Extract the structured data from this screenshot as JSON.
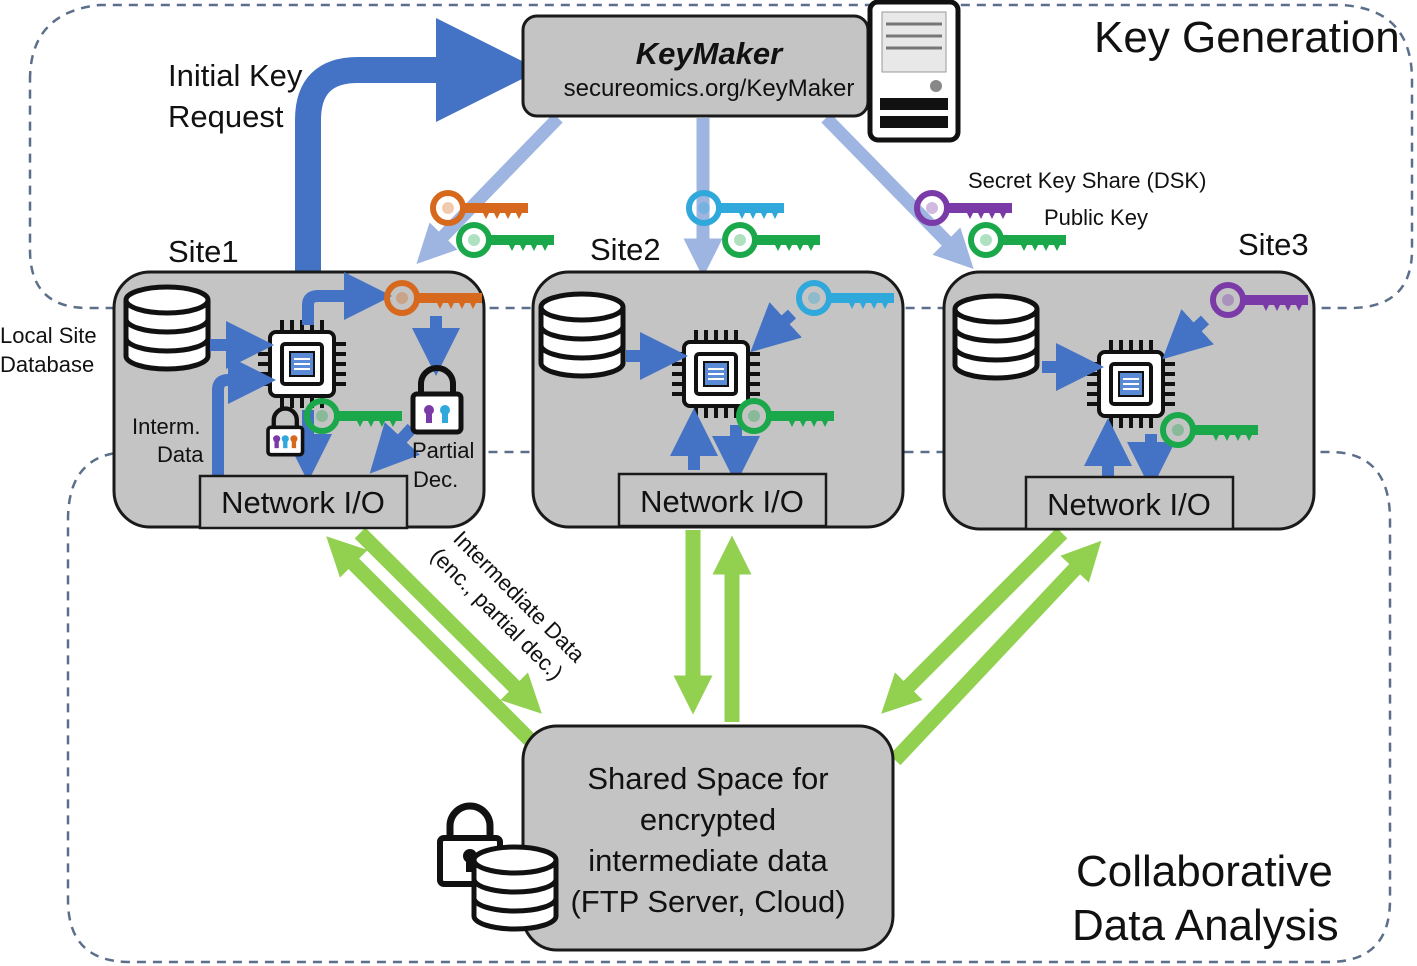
{
  "regions": {
    "key_generation": "Key Generation",
    "collaborative_line1": "Collaborative",
    "collaborative_line2": "Data Analysis"
  },
  "keymaker": {
    "title": "KeyMaker",
    "url": "secureomics.org/KeyMaker"
  },
  "labels": {
    "initial_key_line1": "Initial Key",
    "initial_key_line2": "Request",
    "secret_key_share": "Secret Key Share (DSK)",
    "public_key": "Public Key",
    "local_site_line1": "Local Site",
    "local_site_line2": "Database",
    "interm_line1": "Interm.",
    "interm_line2": "Data",
    "partial_line1": "Partial",
    "partial_line2": "Dec.",
    "intermediate_line1": "Intermediate Data",
    "intermediate_line2": "(enc., partial dec.)"
  },
  "sites": [
    {
      "name": "Site1",
      "network": "Network I/O"
    },
    {
      "name": "Site2",
      "network": "Network I/O"
    },
    {
      "name": "Site3",
      "network": "Network I/O"
    }
  ],
  "shared": {
    "line1": "Shared Space for",
    "line2": "encrypted",
    "line3": "intermediate data",
    "line4": "(FTP Server, Cloud)"
  },
  "colors": {
    "blue_arrow": "#4472c4",
    "light_blue_arrow": "#9db5e0",
    "green_arrow": "#92d050",
    "key_orange": "#d7691e",
    "key_green": "#1aa84a",
    "key_cyan": "#2fa8dc",
    "key_purple": "#7a3aa8",
    "box_gray": "#c4c4c4"
  }
}
